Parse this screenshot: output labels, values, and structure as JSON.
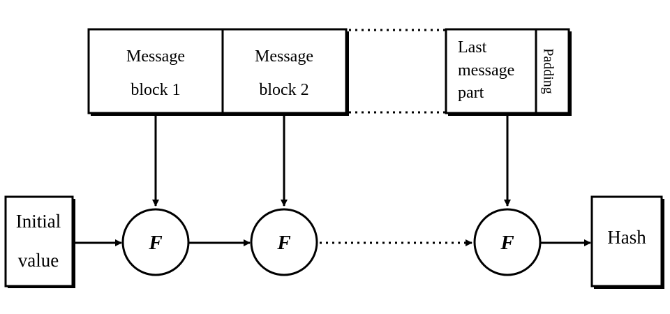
{
  "message": {
    "block1": {
      "line1": "Message",
      "line2": "block 1"
    },
    "block2": {
      "line1": "Message",
      "line2": "block 2"
    },
    "last": {
      "line1": "Last",
      "line2": "message",
      "line3": "part"
    },
    "padding": "Padding"
  },
  "initial_value": {
    "line1": "Initial",
    "line2": "value"
  },
  "compression": {
    "f1": "F",
    "f2": "F",
    "f3": "F"
  },
  "output": {
    "label": "Hash"
  },
  "colors": {
    "stroke": "#000000",
    "shadow": "#000000",
    "background": "#ffffff"
  }
}
